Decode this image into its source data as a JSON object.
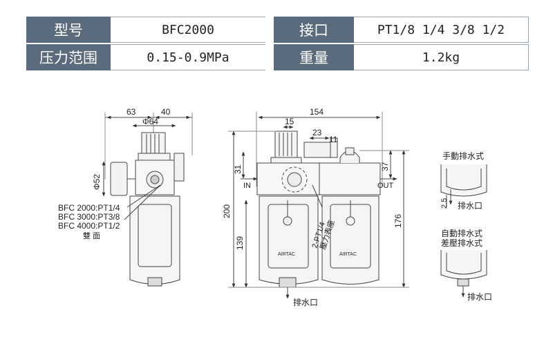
{
  "spec": {
    "model_label": "型号",
    "model_value": "BFC2000",
    "port_label": "接口",
    "port_value": "PT1/8 1/4 3/8 1/2",
    "pressure_label": "压力范围",
    "pressure_value": "0.15-0.9MPa",
    "weight_label": "重量",
    "weight_value": "1.2kg"
  },
  "side_view": {
    "dim_63": "63",
    "dim_40": "40",
    "dim_phi64": "Φ64",
    "dim_phi52": "Φ52",
    "port_line1": "BFC 2000:PT1/4",
    "port_line2": "BFC 3000:PT3/8",
    "port_line3": "BFC 4000:PT1/2",
    "port_note": "雙 面"
  },
  "front_view": {
    "dim_154": "154",
    "dim_15": "15",
    "dim_23": "23",
    "dim_11": "11",
    "dim_31": "31",
    "dim_37": "37",
    "dim_200": "200",
    "dim_139": "139",
    "dim_176": "176",
    "label_in": "IN",
    "label_out": "OUT",
    "gauge_port": "2-PT1/4",
    "gauge_port_2": "壓力表座",
    "drain_label": "排水口",
    "brand_left": "AIRTAC",
    "brand_right": "AIRTAC"
  },
  "drain_views": {
    "manual_title": "手動排水式",
    "manual_dim": "2.5",
    "manual_drain": "排水口",
    "auto_title_1": "自動排水式",
    "auto_title_2": "差壓排水式",
    "auto_drain": "排水口"
  }
}
